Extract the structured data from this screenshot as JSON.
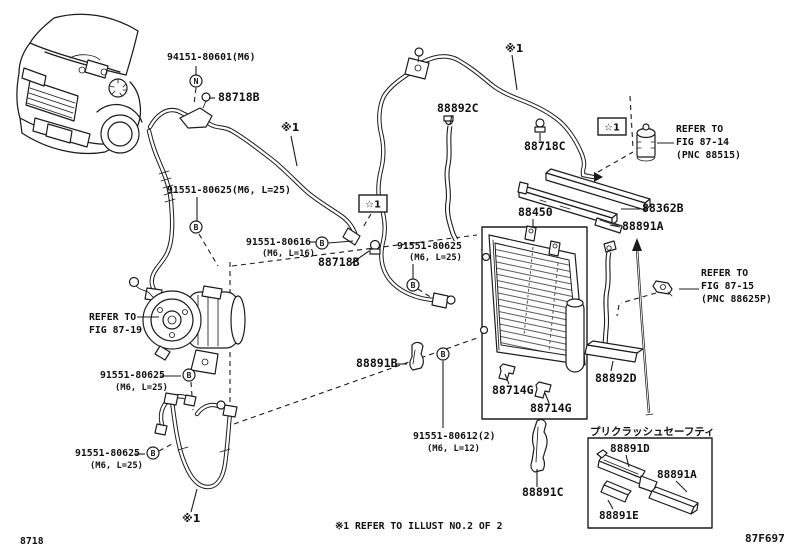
{
  "diagram": {
    "type": "parts-diagram-cooler-piping",
    "callouts": {
      "nut_94151": "94151-80601(M6)",
      "clamp_88718B_a": "88718B",
      "clamp_88718B_b": "88718B",
      "clamp_88718C": "88718C",
      "bolt_91551_80625_a": "91551-80625(M6, L=25)",
      "bolt_91551_80616": "91551-80616",
      "bolt_91551_80616_size": "(M6, L=16)",
      "bolt_91551_80625_b": "91551-80625",
      "bolt_91551_80625_b_size": "(M6, L=25)",
      "bolt_91551_80625_c": "91551-80625",
      "bolt_91551_80625_c_size": "(M6, L=25)",
      "bolt_91551_80625_d": "91551-80625",
      "bolt_91551_80625_d_size": "(M6, L=25)",
      "bolt_91551_80612": "91551-80612(2)",
      "bolt_91551_80612_size": "(M6, L=12)",
      "tube_88892C": "88892C",
      "tube_88892D": "88892D",
      "condenser_88450": "88450",
      "bracket_88362B": "88362B",
      "cushion_88891A_a": "88891A",
      "bracket_88891B": "88891B",
      "packing_88714G_a": "88714G",
      "packing_88714G_b": "88714G",
      "bracket_88891C": "88891C",
      "precrash_title": "プリクラッシュセーフティ",
      "bracket_88891D": "88891D",
      "cushion_88891A_b": "88891A",
      "bracket_88891E": "88891E"
    },
    "references": {
      "fig_87_14": [
        "REFER TO",
        "FIG 87-14",
        "(PNC 88515)"
      ],
      "fig_87_15": [
        "REFER TO",
        "FIG 87-15",
        "(PNC 88625P)"
      ],
      "fig_87_19": [
        "REFER TO",
        "FIG 87-19"
      ]
    },
    "markers": {
      "nut": "N",
      "bolt": "B",
      "star1": "☆1",
      "asterisk1": "※1"
    },
    "footer": {
      "fig_no": "8718",
      "drawing_code": "87F697",
      "footnote": "※1  REFER TO ILLUST NO.2 OF 2"
    }
  }
}
